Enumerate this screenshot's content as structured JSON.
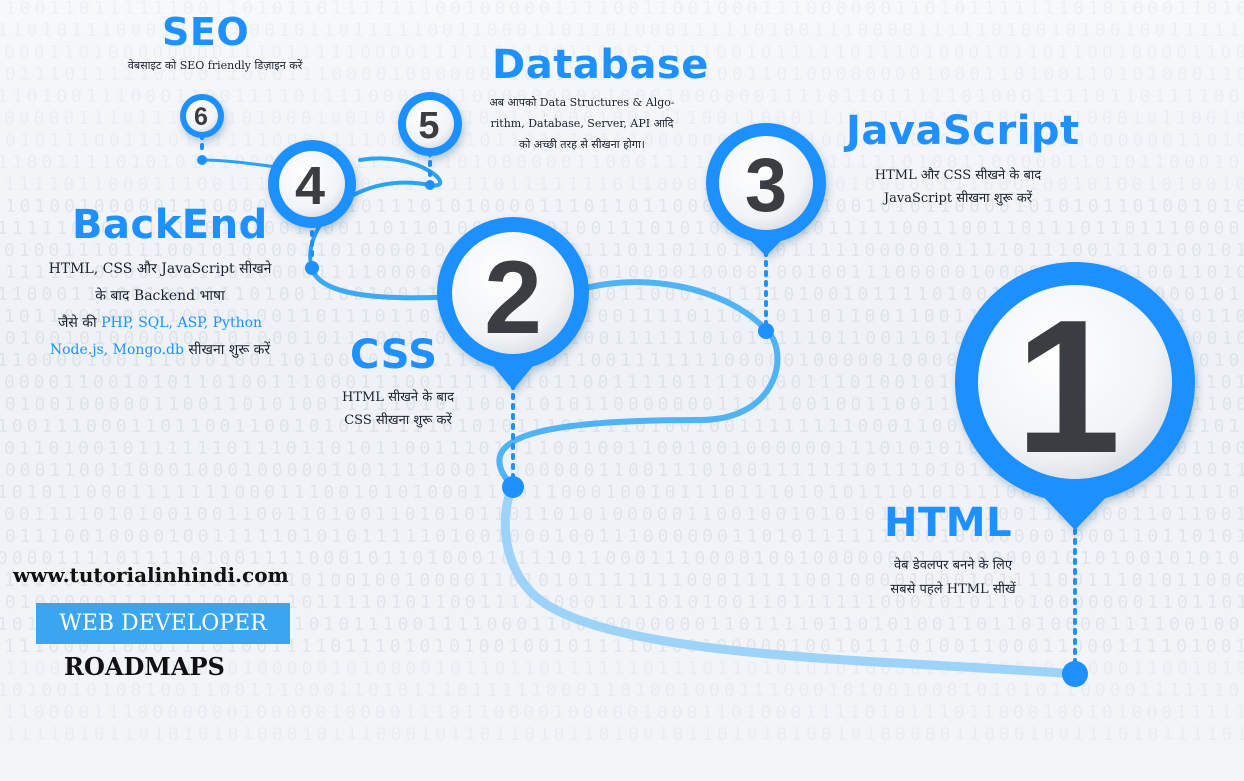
{
  "steps": [
    {
      "number": "1",
      "title": "HTML",
      "desc": [
        "वेब डेवलपर बनने के लिए",
        "सबसे पहले HTML सीखें"
      ]
    },
    {
      "number": "2",
      "title": "CSS",
      "desc": [
        "HTML सीखने के बाद",
        "CSS सीखना शुरू करें"
      ]
    },
    {
      "number": "3",
      "title": "JavaScript",
      "desc": [
        "HTML और CSS सीखने के बाद",
        "JavaScript सीखना शुरू करें"
      ]
    },
    {
      "number": "4",
      "title": "BackEnd",
      "desc_line1": "HTML, CSS और JavaScript सीखने",
      "desc_line2": "के बाद Backend भाषा",
      "desc_line3_prefix": "जैसे की",
      "desc_line3_highlight": "PHP, SQL, ASP, Python",
      "desc_line4_highlight": "Node.js, Mongo.db",
      "desc_line4_suffix": "सीखना शुरू करें"
    },
    {
      "number": "5",
      "title": "Database",
      "desc": [
        "अब आपको Data Structures & Algo-",
        "rithm, Database, Server, API आदि",
        "को अच्छी तरह से सीखना होगा।"
      ]
    },
    {
      "number": "6",
      "title": "SEO",
      "desc": [
        "वेबसाइट को SEO friendly डिज़ाइन करें"
      ]
    }
  ],
  "brand": {
    "website": "www.tutorialinhindi.com",
    "badge": "WEB DEVELOPER",
    "subtitle": "ROADMAPS"
  },
  "colors": {
    "accent": "#1e90ff",
    "path": "#2aa3f5",
    "number": "#3a3d42",
    "highlight": "#1e90ff"
  }
}
